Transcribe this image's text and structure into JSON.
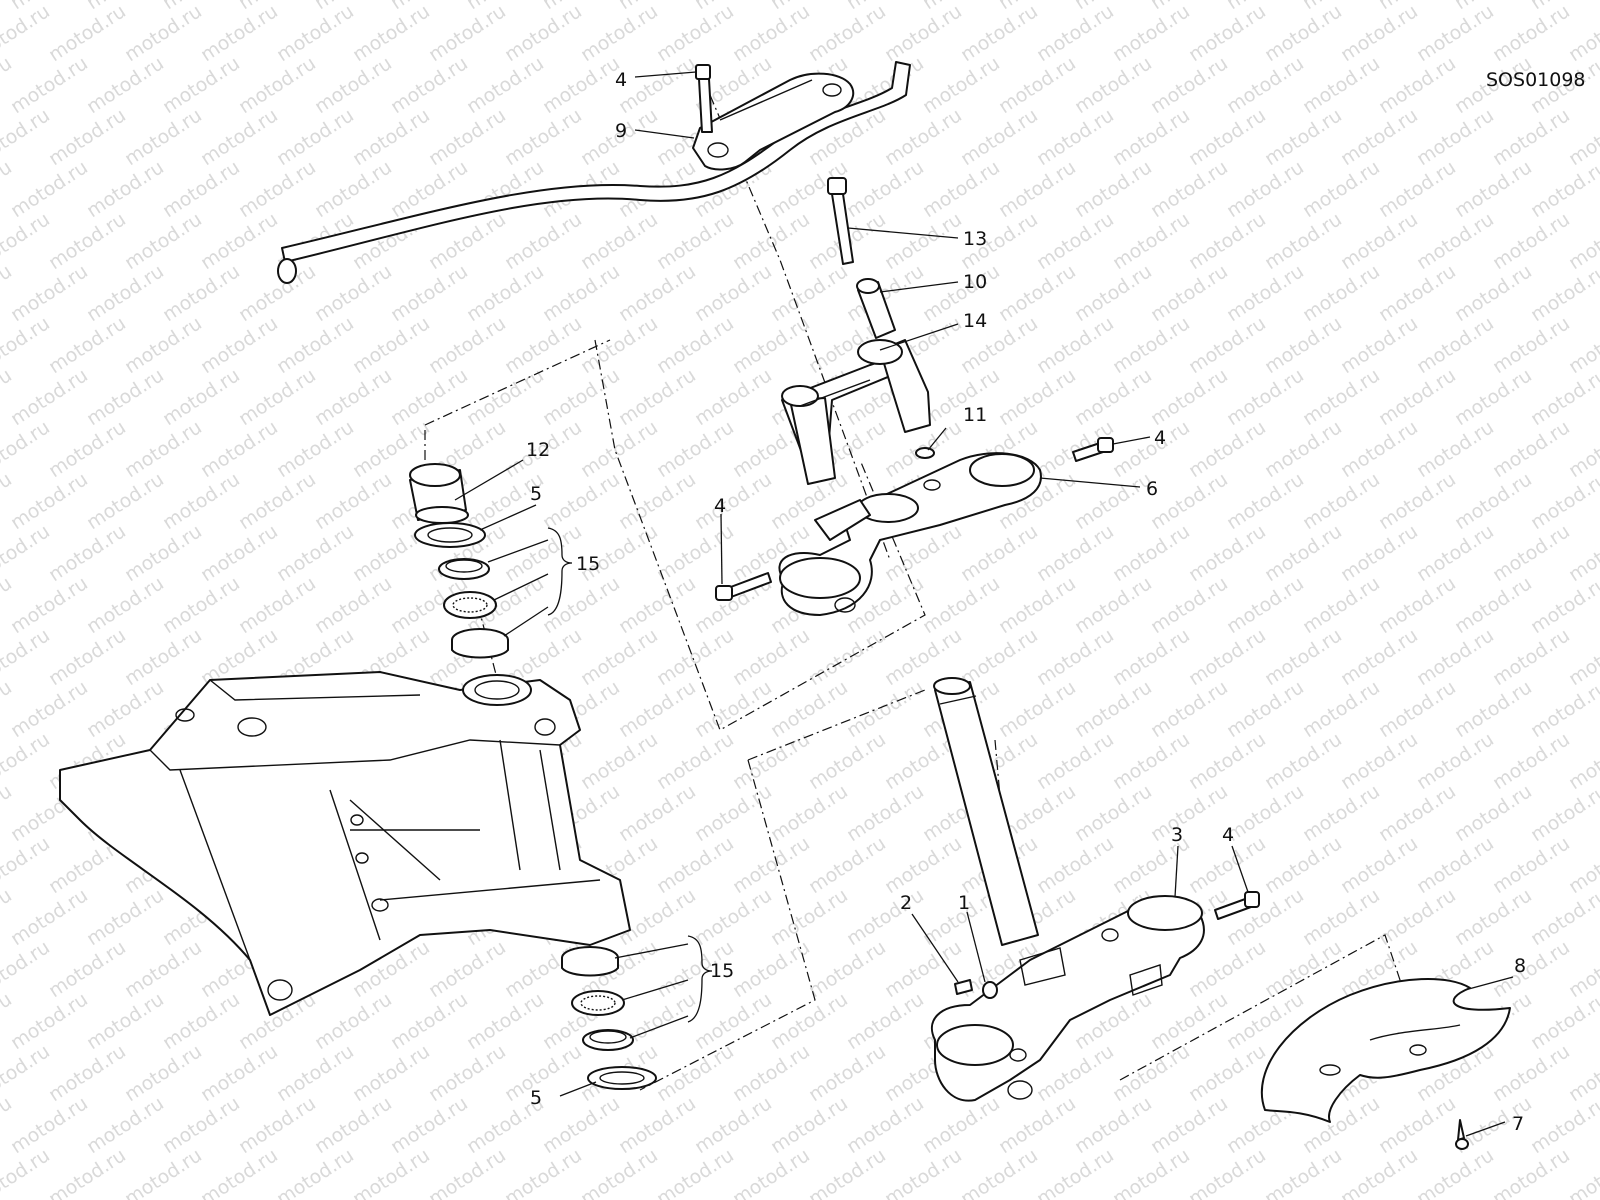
{
  "diagram": {
    "code": "SOS01098",
    "watermark": "motod.ru",
    "labels": {
      "l1": "1",
      "l2": "2",
      "l3": "3",
      "l4a": "4",
      "l4b": "4",
      "l4c": "4",
      "l4d": "4",
      "l5a": "5",
      "l5b": "5",
      "l6": "6",
      "l7": "7",
      "l8": "8",
      "l9": "9",
      "l10": "10",
      "l11": "11",
      "l12": "12",
      "l13": "13",
      "l14": "14",
      "l15a": "15",
      "l15b": "15"
    }
  }
}
